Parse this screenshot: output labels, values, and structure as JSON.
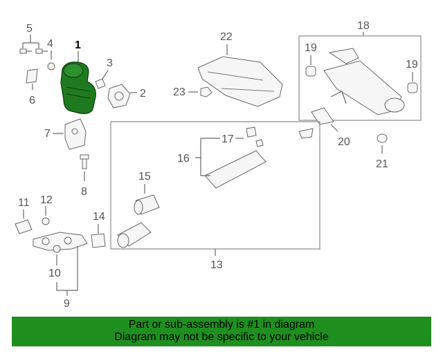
{
  "diagram": {
    "labels": {
      "l1": "1",
      "l2": "2",
      "l3": "3",
      "l4": "4",
      "l5": "5",
      "l6": "6",
      "l7": "7",
      "l8": "8",
      "l9": "9",
      "l10": "10",
      "l11": "11",
      "l12": "12",
      "l13": "13",
      "l14": "14",
      "l15": "15",
      "l16": "16",
      "l17": "17",
      "l18": "18",
      "l19a": "19",
      "l19b": "19",
      "l20": "20",
      "l21": "21",
      "l22": "22",
      "l23": "23"
    },
    "highlight_color": "#1f7a1f"
  },
  "banner": {
    "line1": "Part or sub-assembly is #1 in diagram",
    "line2": "Diagram may not be specific to your vehicle",
    "color": "#1f8f1f"
  }
}
